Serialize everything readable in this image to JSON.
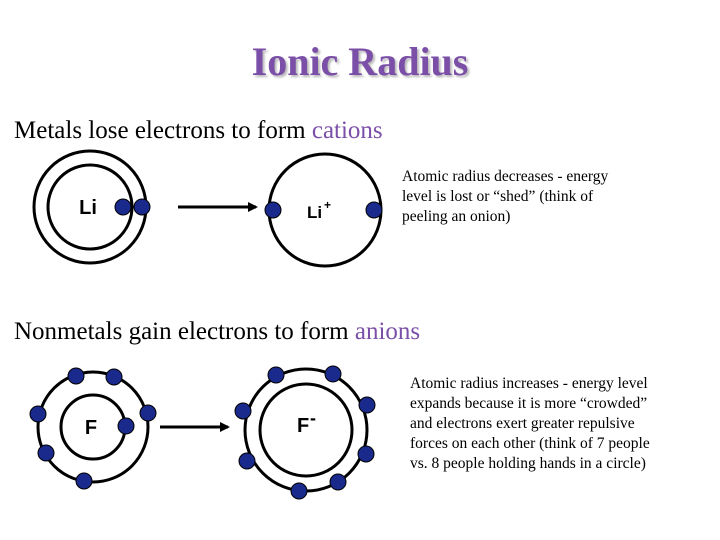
{
  "title": "Ionic Radius",
  "cations": {
    "heading_text": "Metals lose electrons to form ",
    "heading_accent": "cations",
    "atom_label": "Li",
    "ion_label": "Li",
    "ion_charge": "+",
    "note": "Atomic radius decreases - energy level is lost or “shed” (think of peeling an onion)"
  },
  "anions": {
    "heading_text": "Nonmetals gain electrons to form ",
    "heading_accent": "anions",
    "atom_label": "F",
    "ion_label": "F",
    "ion_charge": "-",
    "note": "Atomic radius increases - energy level expands because it is more “crowded” and electrons exert greater repulsive forces on each other (think of 7 people vs. 8 people holding hands in a circle)"
  },
  "colors": {
    "title": "#7b4fa7",
    "accent": "#7b4fa7",
    "electron": "#1a2a8c"
  }
}
